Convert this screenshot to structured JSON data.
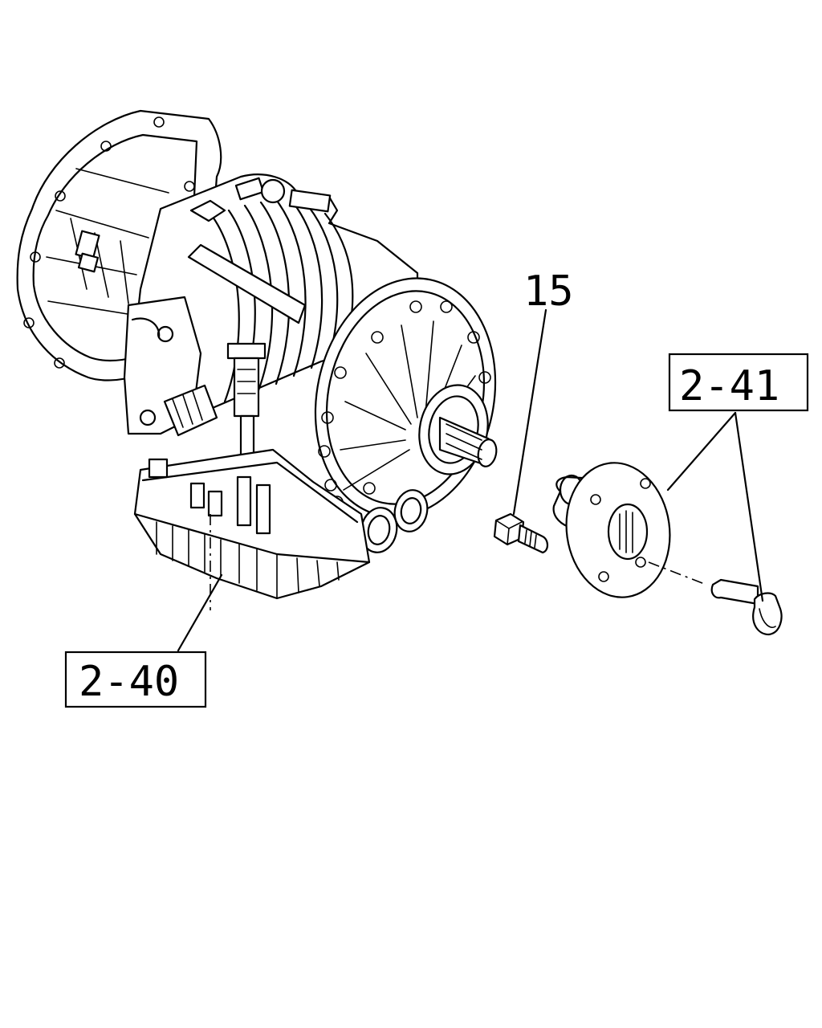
{
  "callouts": {
    "bolt_small": "15",
    "flange_assembly": "2-41",
    "transmission": "2-40"
  },
  "colors": {
    "line": "#000000",
    "background": "#ffffff"
  }
}
